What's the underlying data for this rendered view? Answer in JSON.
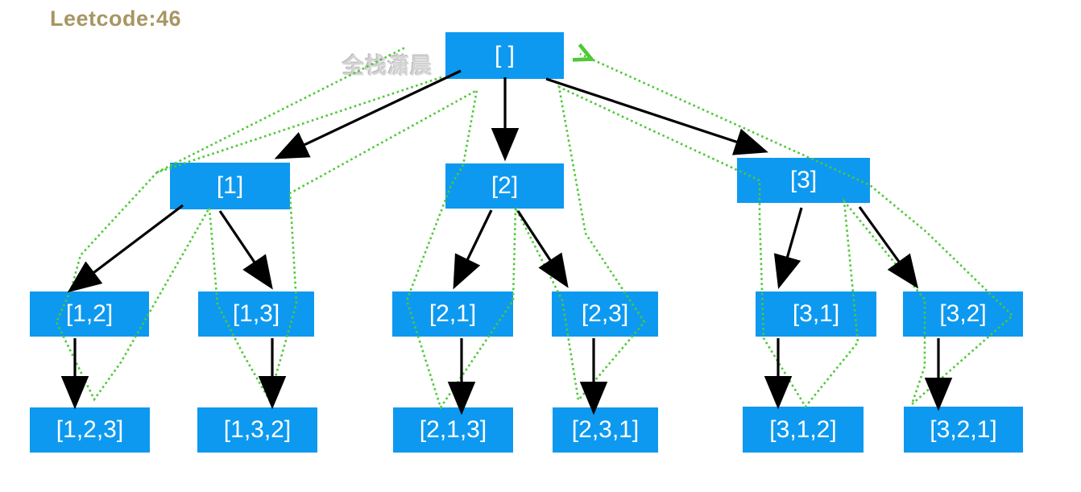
{
  "title": "Leetcode:46",
  "watermark": "全栈潇晨",
  "colors": {
    "node_fill": "#0d99f0",
    "node_text": "#ffffff",
    "title_text": "#a79663",
    "solid_edge": "#000000",
    "backtrack_edge": "#4ec937",
    "watermark_text": "#d2d2d2"
  },
  "tree": {
    "nodes": [
      {
        "label": "[ ]"
      },
      {
        "label": "[1]"
      },
      {
        "label": "[2]"
      },
      {
        "label": "[3]"
      },
      {
        "label": "[1,2]"
      },
      {
        "label": "[1,3]"
      },
      {
        "label": "[2,1]"
      },
      {
        "label": "[2,3]"
      },
      {
        "label": "[3,1]"
      },
      {
        "label": "[3,2]"
      },
      {
        "label": "[1,2,3]"
      },
      {
        "label": "[1,3,2]"
      },
      {
        "label": "[2,1,3]"
      },
      {
        "label": "[2,3,1]"
      },
      {
        "label": "[3,1,2]"
      },
      {
        "label": "[3,2,1]"
      }
    ],
    "solid_edges": [
      [
        "[ ]",
        "[1]"
      ],
      [
        "[ ]",
        "[2]"
      ],
      [
        "[ ]",
        "[3]"
      ],
      [
        "[1]",
        "[1,2]"
      ],
      [
        "[1]",
        "[1,3]"
      ],
      [
        "[2]",
        "[2,1]"
      ],
      [
        "[2]",
        "[2,3]"
      ],
      [
        "[3]",
        "[3,1]"
      ],
      [
        "[3]",
        "[3,2]"
      ],
      [
        "[1,2]",
        "[1,2,3]"
      ],
      [
        "[1,3]",
        "[1,3,2]"
      ],
      [
        "[2,1]",
        "[2,1,3]"
      ],
      [
        "[2,3]",
        "[2,3,1]"
      ],
      [
        "[3,1]",
        "[3,1,2]"
      ],
      [
        "[3,2]",
        "[3,2,1]"
      ]
    ],
    "dotted_backtrack_returns": [
      [
        "[1,2,3]",
        "[1,2]"
      ],
      [
        "[1,3,2]",
        "[1,3]"
      ],
      [
        "[2,1,3]",
        "[2,1]"
      ],
      [
        "[2,3,1]",
        "[2,3]"
      ],
      [
        "[3,1,2]",
        "[3,1]"
      ],
      [
        "[3,2,1]",
        "[3,2]"
      ],
      [
        "[1,2]",
        "[1]"
      ],
      [
        "[1,3]",
        "[1]"
      ],
      [
        "[2,1]",
        "[2]"
      ],
      [
        "[2,3]",
        "[2]"
      ],
      [
        "[3,1]",
        "[3]"
      ],
      [
        "[3,2]",
        "[3]"
      ],
      [
        "[1]",
        "[ ]"
      ],
      [
        "[2]",
        "[ ]"
      ],
      [
        "[3]",
        "[ ]"
      ]
    ]
  }
}
